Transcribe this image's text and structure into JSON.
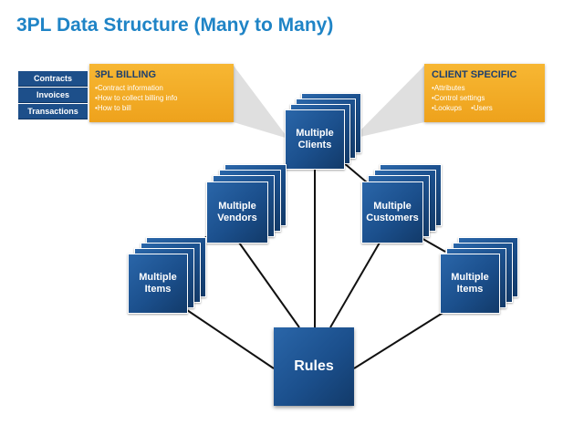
{
  "title": "3PL Data Structure (Many to Many)",
  "nav": [
    "Contracts",
    "Invoices",
    "Transactions"
  ],
  "billing": {
    "heading": "3PL BILLING",
    "items": [
      "Contract information",
      "How to collect billing info",
      "How to bill"
    ]
  },
  "client_specific": {
    "heading": "CLIENT SPECIFIC",
    "items": [
      "Attributes",
      "Control settings",
      "Lookups",
      "Users"
    ]
  },
  "nodes": {
    "clients": "Multiple\nClients",
    "vendors": "Multiple\nVendors",
    "customers": "Multiple\nCustomers",
    "items_left": "Multiple\nItems",
    "items_right": "Multiple\nItems",
    "rules": "Rules"
  },
  "colors": {
    "title": "#1f84c6",
    "node": "#1b4f8c",
    "callout": "#f0a520",
    "callout_heading": "#1d3f6e"
  }
}
